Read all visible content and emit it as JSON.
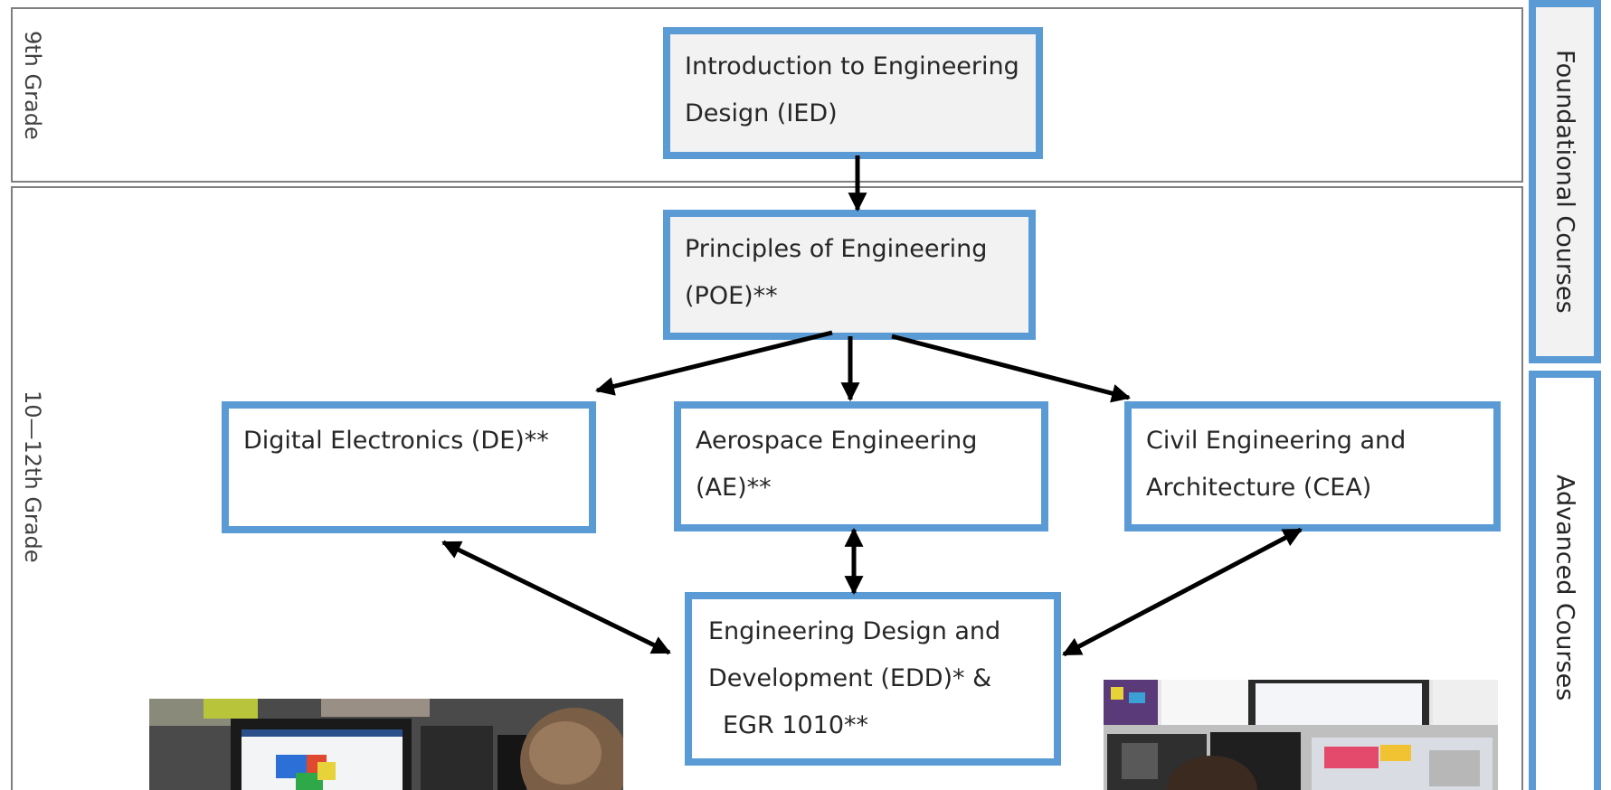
{
  "grades": {
    "ninth": "9th Grade",
    "upper": "10—12th Grade"
  },
  "side_tabs": {
    "foundational": "Foundational Courses",
    "advanced": "Advanced  Courses"
  },
  "courses": {
    "ied": {
      "line1": "Introduction to Engineering",
      "line2": "Design (IED)"
    },
    "poe": {
      "line1": "Principles of Engineering",
      "line2": "(POE)**"
    },
    "de": {
      "line1": "Digital Electronics (DE)**"
    },
    "ae": {
      "line1": "Aerospace Engineering",
      "line2": "(AE)**"
    },
    "cea": {
      "line1": "Civil Engineering and",
      "line2": "Architecture (CEA)"
    },
    "edd": {
      "line1": "Engineering Design and",
      "line2": "Development (EDD)* &",
      "line3": "EGR 1010**"
    }
  },
  "colors": {
    "box_border": "#5b9bd5",
    "gray_fill": "#f2f2f2",
    "arrow": "#000000"
  }
}
